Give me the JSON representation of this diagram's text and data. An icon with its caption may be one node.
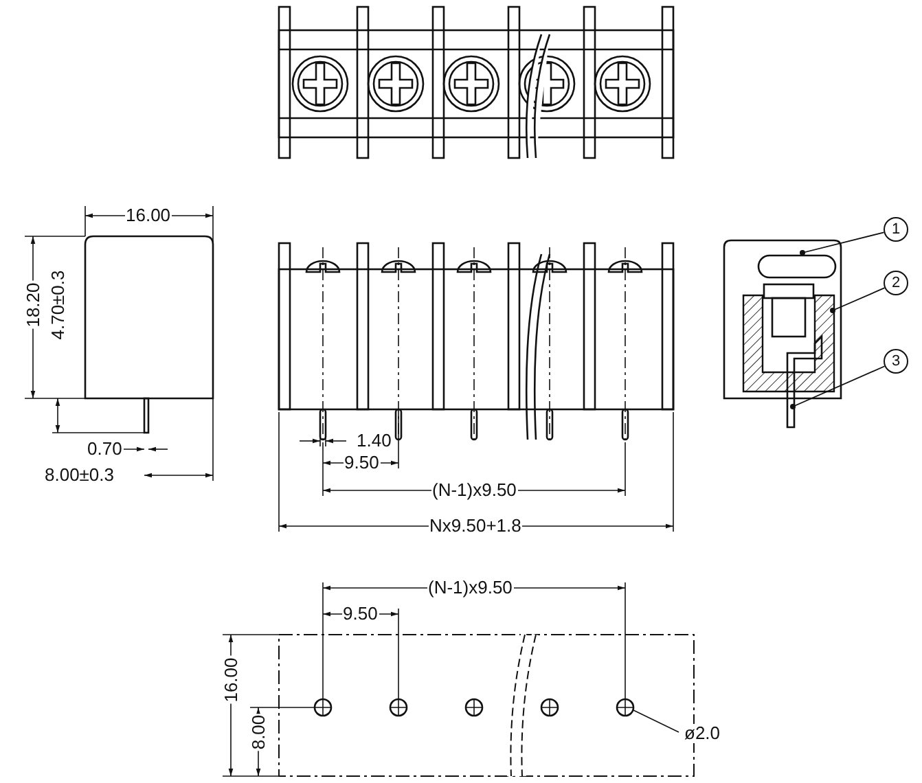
{
  "diagram": {
    "nodes": [
      {
        "text": [
          "1"
        ]
      },
      {
        "text": [
          "2"
        ]
      },
      {
        "text": [
          "3"
        ]
      }
    ],
    "edges": [
      {
        "from": 0,
        "to": null,
        "arrow": "other"
      },
      {
        "from": 1,
        "to": null,
        "arrow": "other"
      },
      {
        "from": 2,
        "to": null,
        "arrow": "other"
      }
    ],
    "labels": [
      "16.00",
      "18.20",
      "4.70±0.3",
      "0.70",
      "8.00±0.3",
      "1.40",
      "9.50",
      "(N-1)x9.50",
      "Nx9.50+1.8",
      "(N-1)x9.50",
      "9.50",
      "16.00",
      "8.00",
      "ø2.0"
    ]
  }
}
